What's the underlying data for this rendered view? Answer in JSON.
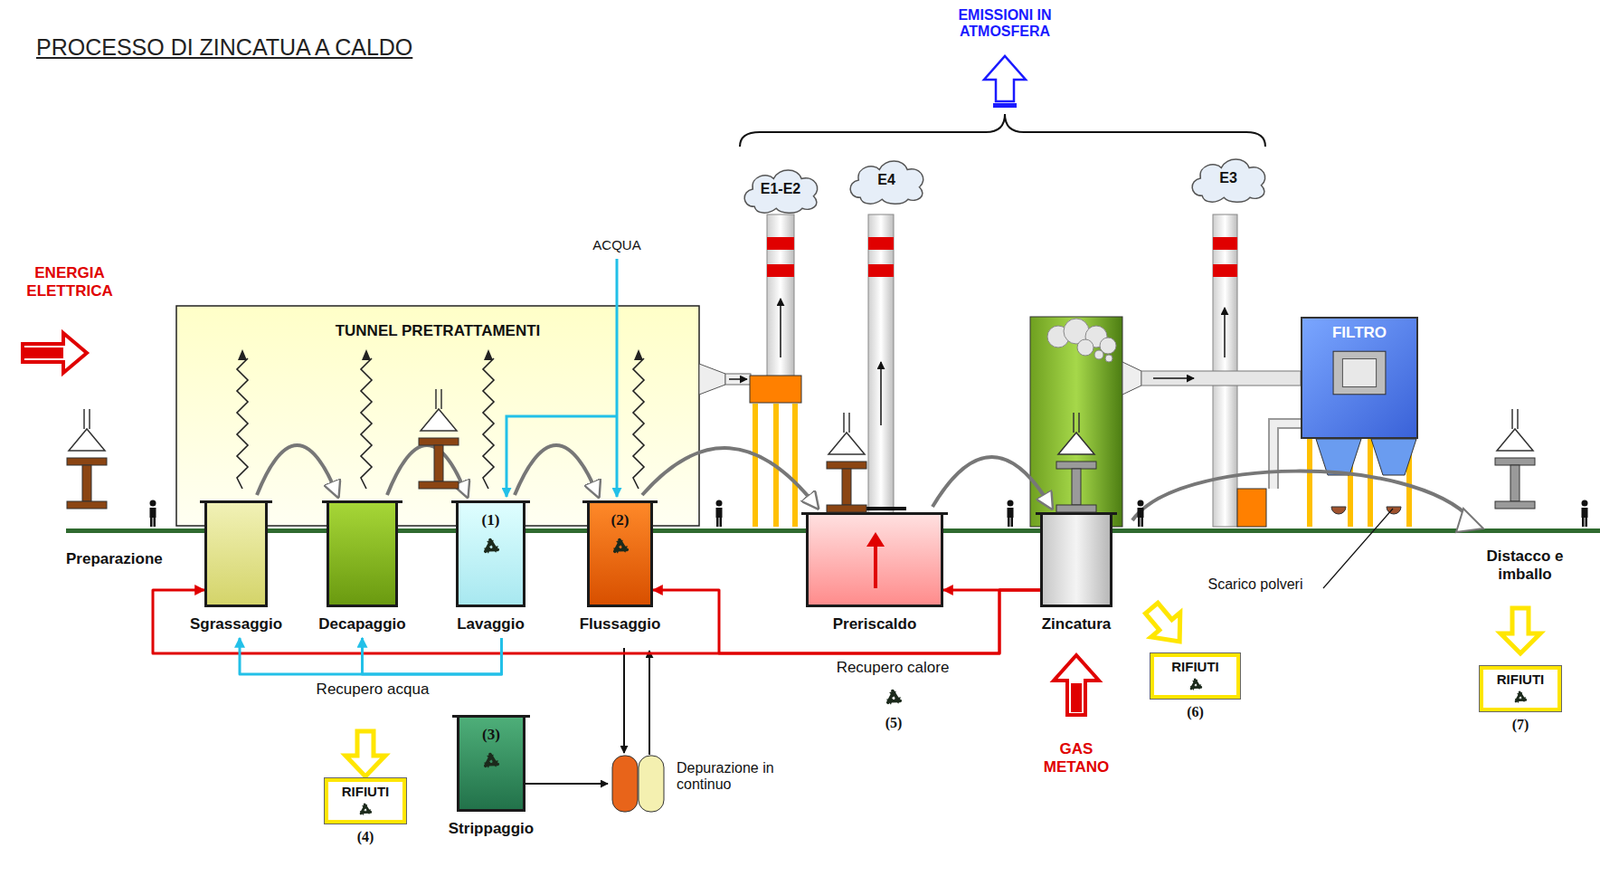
{
  "diagram": {
    "title": "PROCESSO DI ZINCATUA A CALDO",
    "nodes": [
      {
        "text": [
          "TUNNEL PRETRATTAMENTI"
        ]
      },
      {
        "text": [
          "E1-E2"
        ]
      },
      {
        "text": [
          "E4"
        ]
      },
      {
        "text": [
          "E3"
        ]
      },
      {
        "text": [
          "FILTRO"
        ]
      },
      {
        "text": [
          "Sgrassaggio"
        ]
      },
      {
        "text": [
          "Decapaggio"
        ]
      },
      {
        "text": [
          "(1)",
          "Lavaggio"
        ]
      },
      {
        "text": [
          "(2)",
          "Flussaggio"
        ]
      },
      {
        "text": [
          "Preriscaldo"
        ]
      },
      {
        "text": [
          "Zincatura"
        ]
      },
      {
        "text": [
          "RIFIUTI",
          "(6)"
        ]
      },
      {
        "text": [
          "RIFIUTI",
          "(7)"
        ]
      },
      {
        "text": [
          "(3)",
          "Strippaggio"
        ]
      },
      {
        "text": [
          "RIFIUTI",
          "(4)"
        ]
      }
    ],
    "edges": [
      {
        "from": 5,
        "to": 6,
        "arrow": "to"
      },
      {
        "from": 6,
        "to": 7,
        "arrow": "to"
      },
      {
        "from": 7,
        "to": 8,
        "arrow": "to"
      },
      {
        "from": 8,
        "to": 9,
        "arrow": "to"
      },
      {
        "from": 9,
        "to": 10,
        "arrow": "to"
      },
      {
        "from": 10,
        "to": 5,
        "arrow": "to"
      },
      {
        "from": 10,
        "to": 8,
        "arrow": "to"
      },
      {
        "from": 10,
        "to": 9,
        "arrow": "to"
      },
      {
        "from": 7,
        "to": 5,
        "arrow": "to"
      },
      {
        "from": 7,
        "to": 6,
        "arrow": "to"
      }
    ],
    "labels": [
      "ENERGIA ELETTRICA",
      "ACQUA",
      "EMISSIONI IN ATMOSFERA",
      "Preparazione",
      "Recupero acqua",
      "Recupero calore",
      "(5)",
      "GAS METANO",
      "Scarico polveri",
      "Distacco e imballo",
      "Depurazione in continuo"
    ]
  }
}
